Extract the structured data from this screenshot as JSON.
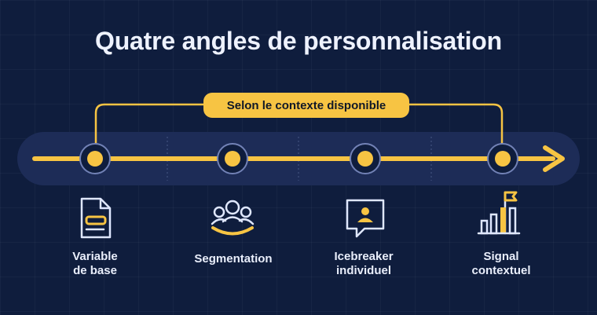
{
  "title": "Quatre angles de personnalisation",
  "bracket_label": "Selon le contexte disponible",
  "steps": [
    {
      "label_line1": "Variable",
      "label_line2": "de base",
      "icon": "document-icon"
    },
    {
      "label_line1": "Segmentation",
      "label_line2": "",
      "icon": "group-icon"
    },
    {
      "label_line1": "Icebreaker",
      "label_line2": "individuel",
      "icon": "person-message-icon"
    },
    {
      "label_line1": "Signal",
      "label_line2": "contextuel",
      "icon": "flag-chart-icon"
    }
  ],
  "colors": {
    "background": "#0f1d3d",
    "track": "#1d2c57",
    "accent": "#f7c443",
    "text": "#e9eefb",
    "icon_stroke": "#dfe7ff"
  }
}
